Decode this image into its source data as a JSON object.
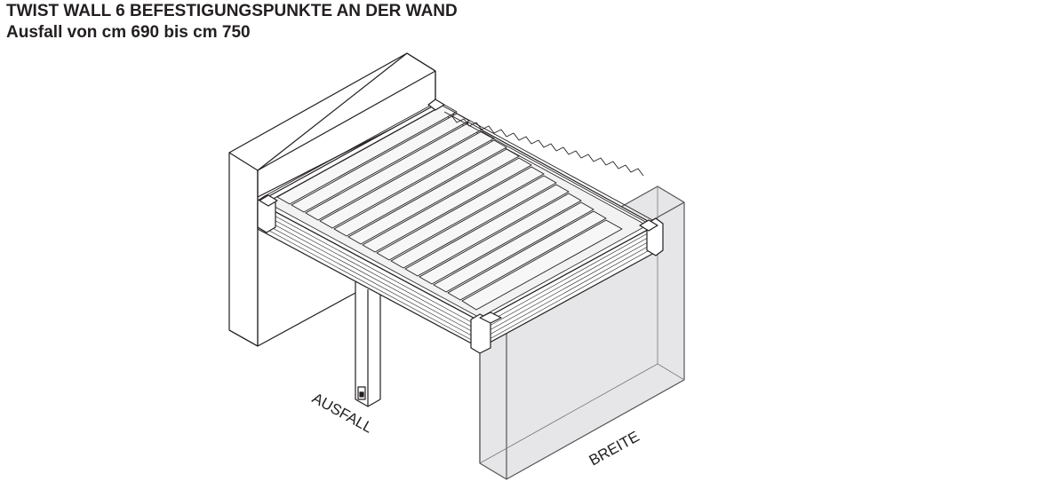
{
  "header": {
    "title": "TWIST WALL 6 BEFESTIGUNGSPUNKTE AN DER WAND",
    "subtitle": "Ausfall von cm 690 bis cm 750"
  },
  "labels": {
    "ausfall": "AUSFALL",
    "breite": "BREITE"
  },
  "colors": {
    "line": "#231f20",
    "panel_fill": "#e6e6e8",
    "blade_fill": "#f2f2f3"
  }
}
